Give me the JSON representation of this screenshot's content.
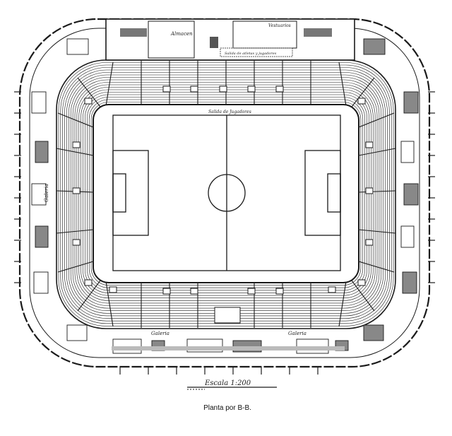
{
  "drawing": {
    "rooms": {
      "storage": "Almacen",
      "locker_rooms": "Vestuarios",
      "athletes_exit": "Salida de atletas y jugadores"
    },
    "field_label": "Salida de Jugadores",
    "gallery_labels": [
      "Galeria",
      "Galeria",
      "Galeria"
    ],
    "scale_label": "Escala 1:200"
  },
  "caption": "Planta por B-B.",
  "colors": {
    "ink": "#1a1a1a",
    "hatch": "#555555",
    "paper": "#ffffff"
  }
}
